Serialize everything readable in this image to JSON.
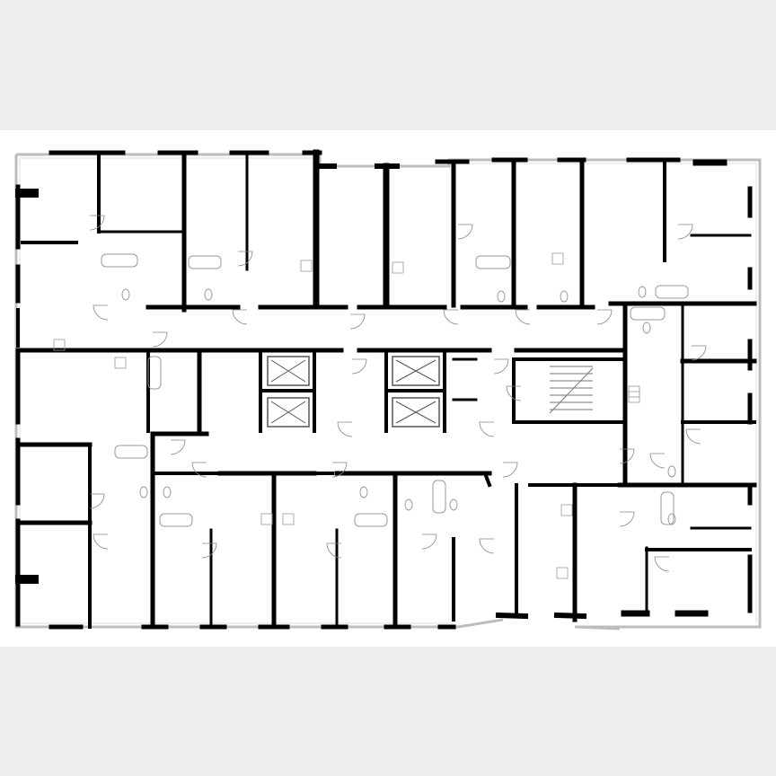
{
  "plan": {
    "type": "floor-plan",
    "colors": {
      "background": "#efefef",
      "sheet": "#ffffff",
      "wall": "#000000",
      "window_frame": "#bdbdbd",
      "fixture": "#9a9a9a"
    },
    "elements": [
      "apartments",
      "corridor",
      "elevators",
      "stairwell",
      "bathrooms",
      "kitchens",
      "doors",
      "windows"
    ]
  }
}
